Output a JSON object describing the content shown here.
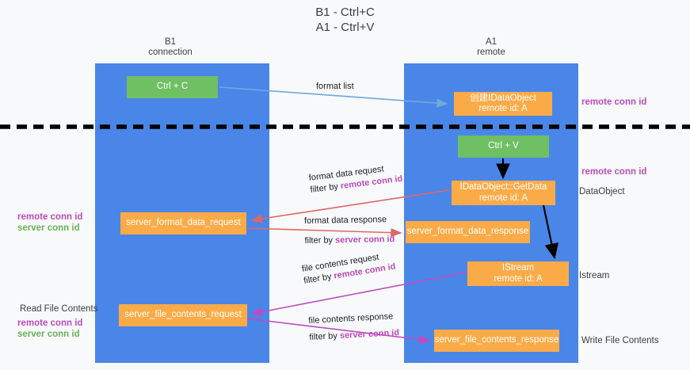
{
  "title": {
    "line1": "B1 - Ctrl+C",
    "line2": "A1 - Ctrl+V"
  },
  "columns": [
    {
      "name": "B1",
      "role": "connection"
    },
    {
      "name": "A1",
      "role": "remote"
    }
  ],
  "boxes": {
    "ctrl_c": "Ctrl + C",
    "ctrl_v": "Ctrl + V",
    "idataobject_create_l1": "创建IDataObject",
    "idataobject_create_l2": "remote id: A",
    "getdata_l1": "IDataObject::GetData",
    "getdata_l2": "remote id: A",
    "istream_l1": "IStream",
    "istream_l2": "remote id: A",
    "server_format_data_request": "server_format_data_request",
    "server_format_data_response": "server_format_data_response",
    "server_file_contents_request": "server_file_contents_request",
    "server_file_contents_response": "server_file_contents_response"
  },
  "flows": {
    "format_list": "format list",
    "format_data_request": "format data request",
    "format_data_request_filter_prefix": "filter by ",
    "format_data_request_filter_key": "remote conn id",
    "format_data_response": "format data response",
    "format_data_response_filter_prefix": "filter by ",
    "format_data_response_filter_key": "server conn id",
    "file_contents_request": "file contents request",
    "file_contents_request_filter_prefix": "filter by ",
    "file_contents_request_filter_key": "remote conn id",
    "file_contents_response": "file contents response",
    "file_contents_response_filter_prefix": "filter by ",
    "file_contents_response_filter_key": "server conn id"
  },
  "right_labels": {
    "remote_conn_id_top": "remote conn id",
    "remote_conn_id_mid": "remote conn id",
    "dataobject": "DataObject",
    "istream": "Istream",
    "write_file_contents": "Write File Contents"
  },
  "left_labels": {
    "remote_conn_id_mid": "remote conn id",
    "server_conn_id_mid": "server conn id",
    "read_file_contents": "Read File Contents",
    "remote_conn_id_bottom": "remote conn id",
    "server_conn_id_bottom": "server conn id"
  },
  "colors": {
    "column": "#4a86e8",
    "box_orange": "#faab48",
    "box_green": "#6fbf63",
    "key_purple": "#bc4bbc",
    "key_green": "#67b159",
    "arrow_blue": "#6fa8dc",
    "arrow_red": "#e06666",
    "arrow_magenta": "#c14bc1",
    "divider": "#000000",
    "background": "#f8f9fa"
  }
}
